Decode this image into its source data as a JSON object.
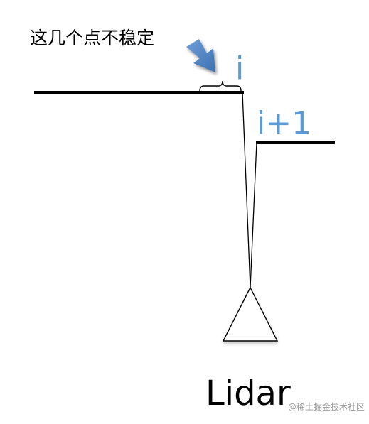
{
  "annotation": {
    "text": "这几个点不稳定"
  },
  "labels": {
    "point_i": "i",
    "point_i_plus_1": "i+1",
    "sensor": "Lidar"
  },
  "watermark": {
    "text": "@稀土掘金技术社区"
  },
  "colors": {
    "label_blue": "#5b9bd5",
    "arrow_blue": "#4a7ebb",
    "line": "#000000"
  }
}
